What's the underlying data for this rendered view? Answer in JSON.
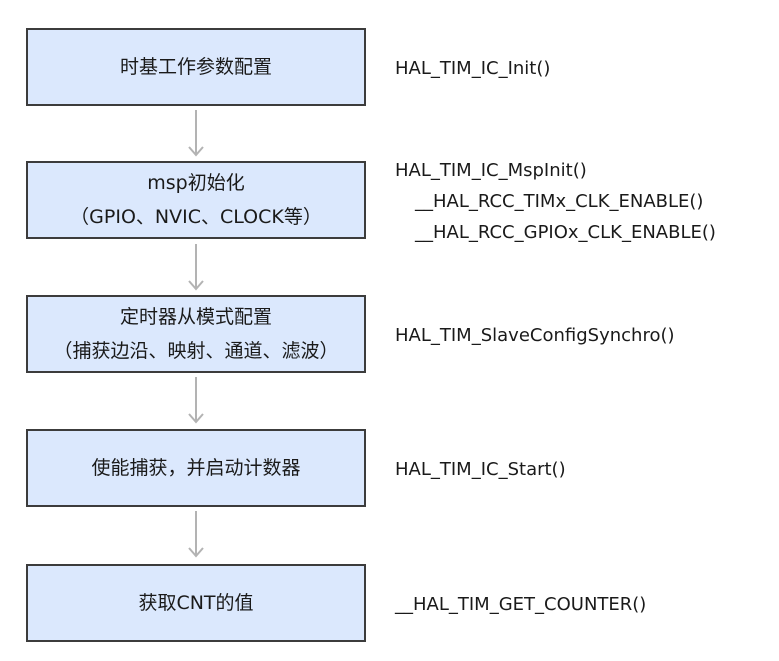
{
  "colors": {
    "box_fill": "#dbe8fd",
    "box_border": "#3c3c3c",
    "arrow": "#b3b3b3",
    "text": "#1a1a1a"
  },
  "steps": [
    {
      "label_lines": [
        "时基工作参数配置"
      ],
      "api_lines": [
        "HAL_TIM_IC_Init()"
      ]
    },
    {
      "label_lines": [
        "msp初始化",
        "（GPIO、NVIC、CLOCK等）"
      ],
      "api_lines": [
        "HAL_TIM_IC_MspInit()",
        "__HAL_RCC_TIMx_CLK_ENABLE()",
        "__HAL_RCC_GPIOx_CLK_ENABLE()"
      ]
    },
    {
      "label_lines": [
        "定时器从模式配置",
        "（捕获边沿、映射、通道、滤波）"
      ],
      "api_lines": [
        "HAL_TIM_SlaveConfigSynchro()"
      ]
    },
    {
      "label_lines": [
        "使能捕获，并启动计数器"
      ],
      "api_lines": [
        "HAL_TIM_IC_Start()"
      ]
    },
    {
      "label_lines": [
        "获取CNT的值"
      ],
      "api_lines": [
        "__HAL_TIM_GET_COUNTER()"
      ]
    }
  ]
}
